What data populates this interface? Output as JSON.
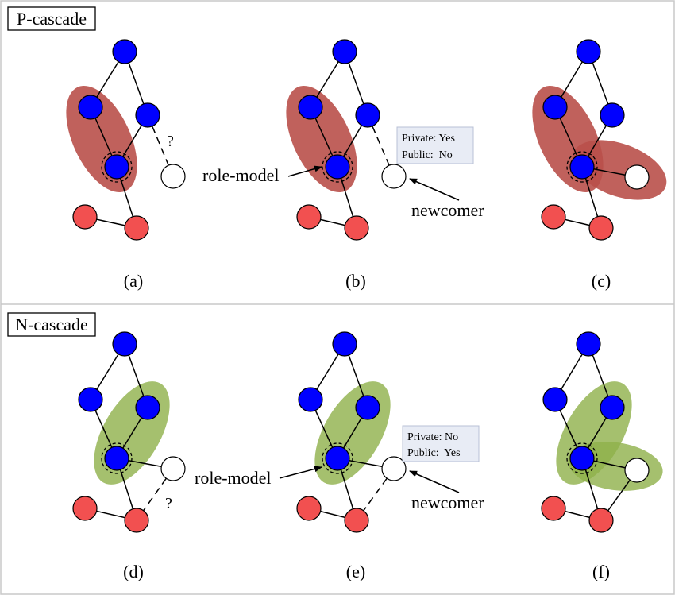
{
  "sections": [
    {
      "label": "P-cascade"
    },
    {
      "label": "N-cascade"
    }
  ],
  "panels": [
    {
      "caption": "(a)",
      "question": "?"
    },
    {
      "caption": "(b)",
      "role_model": "role-model",
      "newcomer": "newcomer",
      "info_line1": "Private: Yes",
      "info_line2": "Public:  No"
    },
    {
      "caption": "(c)"
    },
    {
      "caption": "(d)",
      "question": "?"
    },
    {
      "caption": "(e)",
      "role_model": "role-model",
      "newcomer": "newcomer",
      "info_line1": "Private: No",
      "info_line2": "Public:  Yes"
    },
    {
      "caption": "(f)"
    }
  ],
  "colors": {
    "blue_node": "#0000ff",
    "red_node": "#f25050",
    "white_node": "#ffffff",
    "p_cascade_highlight": "#b9504a",
    "n_cascade_highlight": "#8fb04a",
    "info_box": "#e8ecf5",
    "divider": "#c8c8c8"
  }
}
